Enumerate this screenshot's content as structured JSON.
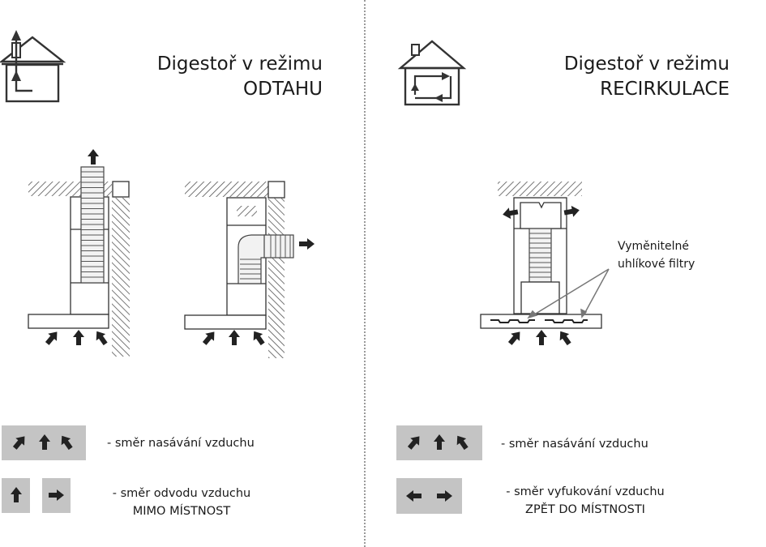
{
  "colors": {
    "line": "#333333",
    "hatch": "#555555",
    "arrow": "#222222",
    "legend_bg": "#c4c4c4",
    "divider": "#9a9a9a",
    "callout_line": "#777777"
  },
  "left_panel": {
    "icon": "house-exhaust-icon",
    "title_line1": "Digestoř v režimu",
    "title_line2": "ODTAHU",
    "diagrams": [
      {
        "name": "vertical-exhaust-hood",
        "arrow_out": "up"
      },
      {
        "name": "wall-exhaust-hood",
        "arrow_out": "right"
      }
    ],
    "legend": [
      {
        "icons": [
          "arrow-up-right",
          "arrow-up",
          "arrow-up-left"
        ],
        "text": "- směr nasávání vzduchu",
        "text2": ""
      },
      {
        "icons": [
          "arrow-up",
          "arrow-right"
        ],
        "text": "- směr odvodu vzduchu",
        "text2": "MIMO MÍSTNOST"
      }
    ]
  },
  "right_panel": {
    "icon": "house-recirculation-icon",
    "title_line1": "Digestoř v režimu",
    "title_line2": "RECIRKULACE",
    "callout_line1": "Vyměnitelné",
    "callout_line2": "uhlíkové filtry",
    "legend": [
      {
        "icons": [
          "arrow-up-right",
          "arrow-up",
          "arrow-up-left"
        ],
        "text": "- směr nasávání vzduchu",
        "text2": ""
      },
      {
        "icons": [
          "arrow-left",
          "arrow-right"
        ],
        "text": "- směr vyfukování vzduchu",
        "text2": "ZPĚT DO MÍSTNOSTI"
      }
    ]
  }
}
